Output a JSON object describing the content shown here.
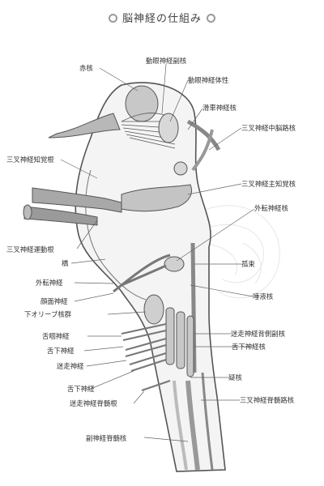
{
  "title": "脳神経の仕組み",
  "labels": {
    "sekikaku": "赤核",
    "dougan_fuku": "動眼神経副核",
    "dougan_tai": "動眼神経体性",
    "kassha": "滑車神経核",
    "sansa_chunou": "三叉神経中脳路核",
    "sansa_chikaku": "三叉神経知覚根",
    "sansa_shuchikaku": "三叉神経主知覚核",
    "gaiten_kaku": "外転神経核",
    "sansa_undou": "三叉神経運動根",
    "kyou": "橋",
    "kosoku": "孤束",
    "gaiten_shinkei": "外転神経",
    "daeki": "唾液核",
    "ganmen": "顔面神経",
    "olive": "下オリーブ核群",
    "meisou_haisoku": "迷走神経背側副核",
    "zetsuin": "舌咽神経",
    "zekka_kaku": "舌下神経核",
    "zekka_shinkei_a": "舌下神経",
    "meisou_shinkei": "迷走神経",
    "gikaku": "疑核",
    "zekka_shinkei_b": "舌下神経",
    "sansa_sekizui": "三叉神経脊髄路核",
    "meisou_sekizui": "迷走神経脊髄根",
    "fuku_sekizui": "副神経脊髄核"
  },
  "colors": {
    "outline": "#555555",
    "nerve_fill": "#b8b8b8",
    "nucleus_fill": "#c8c8c8",
    "dark_fill": "#8c8c8c",
    "leader": "#666666"
  }
}
